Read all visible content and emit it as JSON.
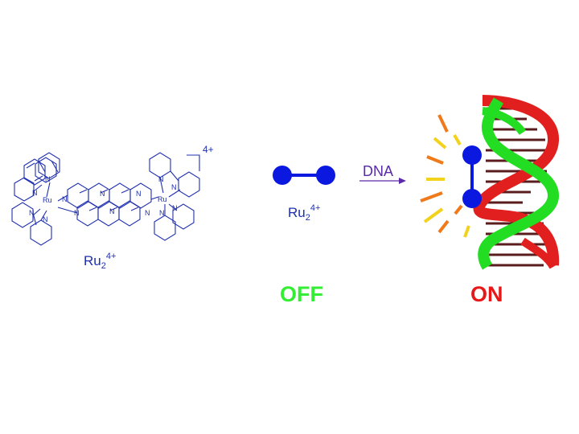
{
  "complex": {
    "charge": "4+",
    "formula_base": "Ru",
    "formula_sub": "2",
    "formula_sup": "4+",
    "atoms": {
      "metal": "Ru",
      "nitrogen": "N"
    }
  },
  "probe": {
    "formula_base": "Ru",
    "formula_sub": "2",
    "formula_sup": "4+"
  },
  "arrow_label": "DNA",
  "states": {
    "off": "OFF",
    "on": "ON"
  },
  "colors": {
    "structure": "#1f2fb0",
    "probe": "#0a18e0",
    "off": "#33ee33",
    "on": "#e81818",
    "arrow_label": "#5a2aa8",
    "glow_orange": "#f07a1a",
    "glow_yellow": "#f2d21c",
    "dna_green": "#22dd22",
    "dna_red": "#e21f1f",
    "dna_base": "#5a1c1c"
  }
}
